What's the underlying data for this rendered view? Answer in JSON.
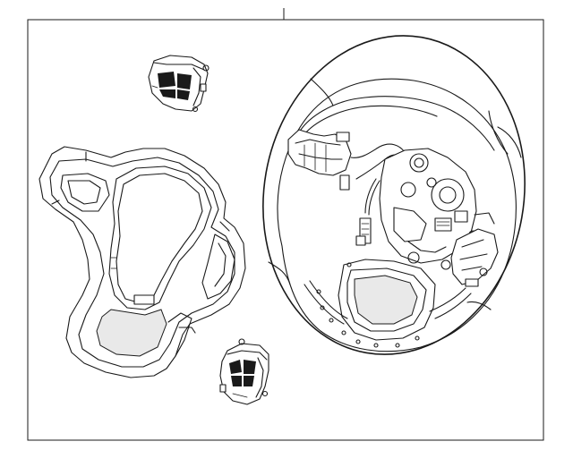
{
  "diagram": {
    "parts": [
      {
        "id": "frame",
        "icon": "diagram-frame"
      },
      {
        "id": "leader-line",
        "icon": "callout-leader-line"
      },
      {
        "id": "steering-wheel",
        "icon": "steering-wheel-icon"
      },
      {
        "id": "airbag-trim-cover",
        "icon": "trim-cover-icon"
      },
      {
        "id": "upper-switch",
        "icon": "control-switch-icon"
      },
      {
        "id": "lower-switch",
        "icon": "control-switch-icon"
      }
    ]
  }
}
